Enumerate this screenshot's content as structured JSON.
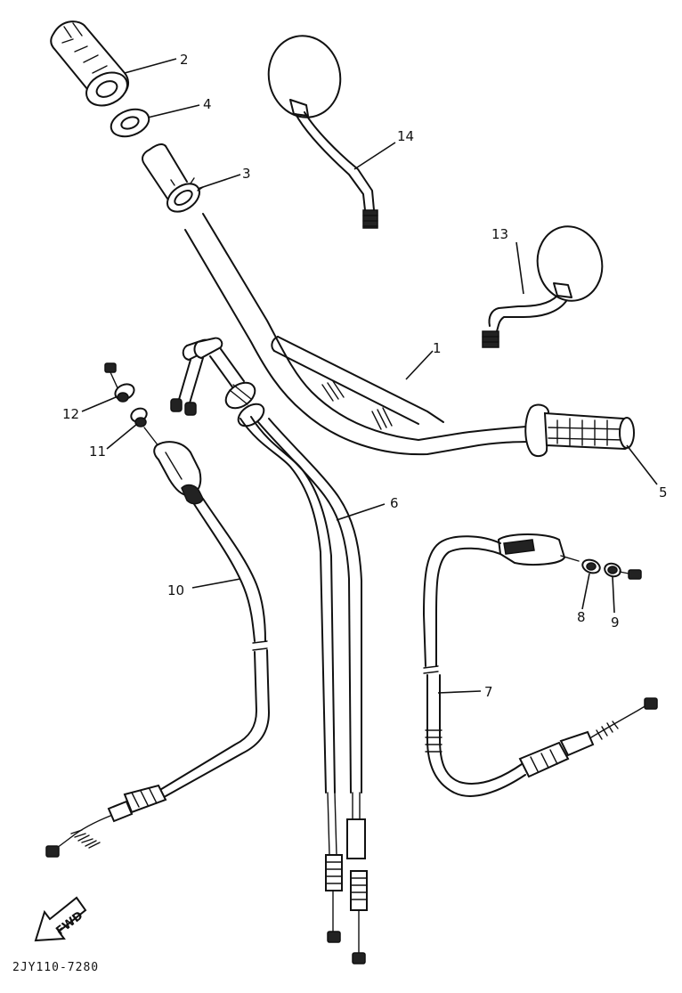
{
  "callouts": {
    "c1": "1",
    "c2": "2",
    "c3": "3",
    "c4": "4",
    "c5": "5",
    "c6": "6",
    "c7": "7",
    "c8": "8",
    "c9": "9",
    "c10": "10",
    "c11": "11",
    "c12": "12",
    "c13": "13",
    "c14": "14"
  },
  "fwd_label": "FWD",
  "diagram_code": "2JY110-7280"
}
